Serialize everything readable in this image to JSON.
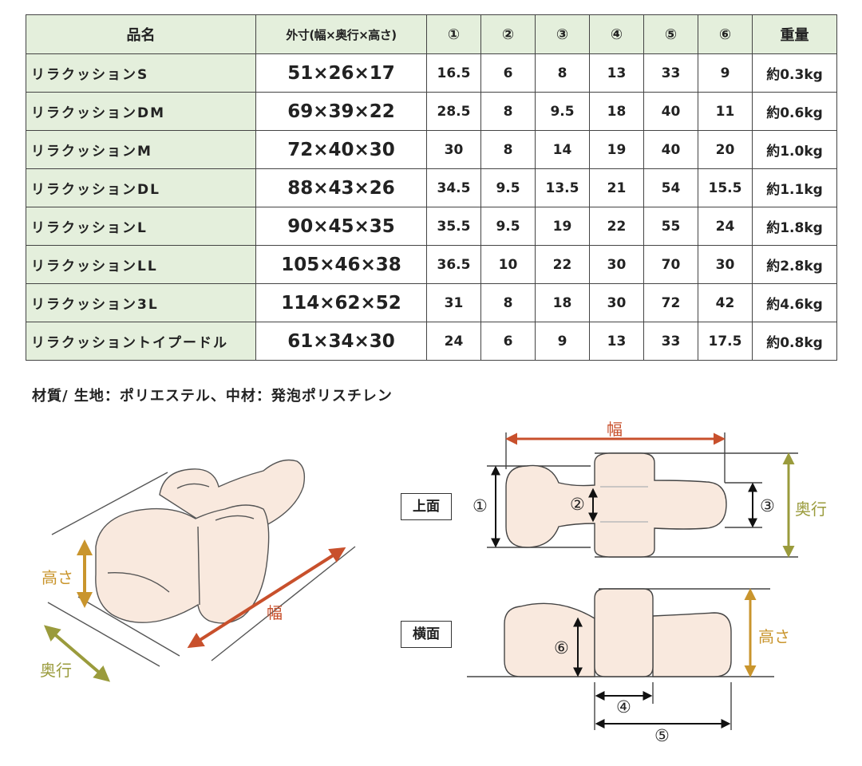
{
  "table": {
    "headers": [
      "品名",
      "外寸(幅×奥行×高さ)",
      "①",
      "②",
      "③",
      "④",
      "⑤",
      "⑥",
      "重量"
    ],
    "rows": [
      {
        "name": "リラクッションS",
        "dims": "51×26×17",
        "v": [
          "16.5",
          "6",
          "8",
          "13",
          "33",
          "9"
        ],
        "weight": "約0.3kg"
      },
      {
        "name": "リラクッションDM",
        "dims": "69×39×22",
        "v": [
          "28.5",
          "8",
          "9.5",
          "18",
          "40",
          "11"
        ],
        "weight": "約0.6kg"
      },
      {
        "name": "リラクッションM",
        "dims": "72×40×30",
        "v": [
          "30",
          "8",
          "14",
          "19",
          "40",
          "20"
        ],
        "weight": "約1.0kg"
      },
      {
        "name": "リラクッションDL",
        "dims": "88×43×26",
        "v": [
          "34.5",
          "9.5",
          "13.5",
          "21",
          "54",
          "15.5"
        ],
        "weight": "約1.1kg"
      },
      {
        "name": "リラクッションL",
        "dims": "90×45×35",
        "v": [
          "35.5",
          "9.5",
          "19",
          "22",
          "55",
          "24"
        ],
        "weight": "約1.8kg"
      },
      {
        "name": "リラクッションLL",
        "dims": "105×46×38",
        "v": [
          "36.5",
          "10",
          "22",
          "30",
          "70",
          "30"
        ],
        "weight": "約2.8kg"
      },
      {
        "name": "リラクッション3L",
        "dims": "114×62×52",
        "v": [
          "31",
          "8",
          "18",
          "30",
          "72",
          "42"
        ],
        "weight": "約4.6kg"
      },
      {
        "name": "リラクッショントイプードル",
        "dims": "61×34×30",
        "v": [
          "24",
          "6",
          "9",
          "13",
          "33",
          "17.5"
        ],
        "weight": "約0.8kg"
      }
    ]
  },
  "material": "材質/ 生地：ポリエステル、中材：発泡ポリスチレン",
  "diagram": {
    "iso": {
      "height_label": "高さ",
      "width_label": "幅",
      "depth_label": "奥行"
    },
    "top_view": {
      "label": "上面",
      "width_label": "幅",
      "depth_label": "奥行",
      "m1": "①",
      "m2": "②",
      "m3": "③"
    },
    "side_view": {
      "label": "横面",
      "height_label": "高さ",
      "m4": "④",
      "m5": "⑤",
      "m6": "⑥"
    }
  },
  "colors": {
    "header_bg": "#e4efdc",
    "cushion_fill": "#f9e9de",
    "width_arrow": "#c8502c",
    "depth_arrow": "#9a9b3c",
    "height_arrow": "#c9952d"
  }
}
